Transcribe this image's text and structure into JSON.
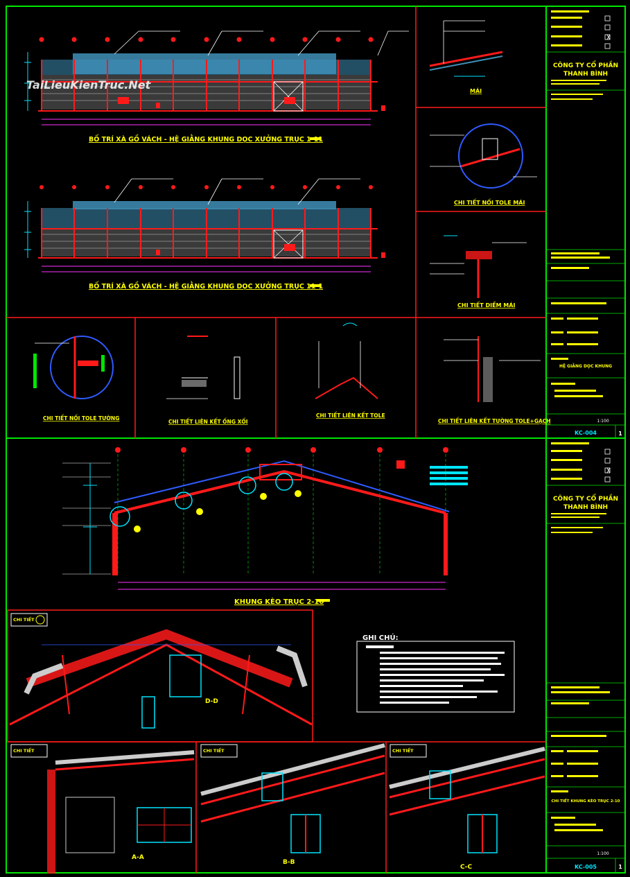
{
  "watermark": "TaiLieuKienTruc.Net",
  "colors": {
    "frame": "#00e600",
    "panel": "#ff1a1a",
    "title": "#ffff00",
    "cyan": "#00e5ff",
    "magenta": "#ff33ff",
    "white": "#ffffff",
    "blue": "#2f5bff",
    "roof": "#3f8fb8"
  },
  "sheet1": {
    "elev1_title": "BỐ TRÍ XÀ GỒ VÁCH - HỆ GIẰNG KHUNG DỌC XƯỞNG TRỤC 1-11",
    "elev2_title": "BỐ TRÍ XÀ GỒ VÁCH - HỆ GIẰNG KHUNG DỌC XƯỞNG TRỤC 11-1",
    "roof_title": "MÁI",
    "tole_roof_title": "CHI TIẾT NỐI TOLE MÁI",
    "eave_title": "CHI TIẾT DIỀM MÁI",
    "wall_tole_title": "CHI TIẾT NỐI TOLE TƯỜNG",
    "pipe_title": "CHI TIẾT LIÊN KẾT ỐNG XỐI",
    "tole_link_title": "CHI TIẾT LIÊN KẾT TOLE",
    "wall_brick_title": "CHI TIẾT LIÊN KẾT TƯỜNG TOLE+GẠCH"
  },
  "sheet2": {
    "truss_title": "KHUNG KÈO TRỤC 2-10",
    "notes_title": "GHI CHÚ:",
    "detail_label": "CHI TIẾT",
    "section_dd": "D-D",
    "section_aa": "A-A",
    "section_bb": "B-B",
    "section_cc": "C-C"
  },
  "titleblock": {
    "company_line1": "CÔNG TY CỔ PHẦN",
    "company_line2": "THANH BÌNH",
    "title1": "HỆ GIẰNG DỌC KHUNG",
    "title2": "CHI TIẾT KHUNG KÈO TRỤC 2-10",
    "drawing_no1": "KC-004",
    "drawing_no2": "KC-005",
    "sheet_no": "1",
    "scale": "1:100"
  }
}
